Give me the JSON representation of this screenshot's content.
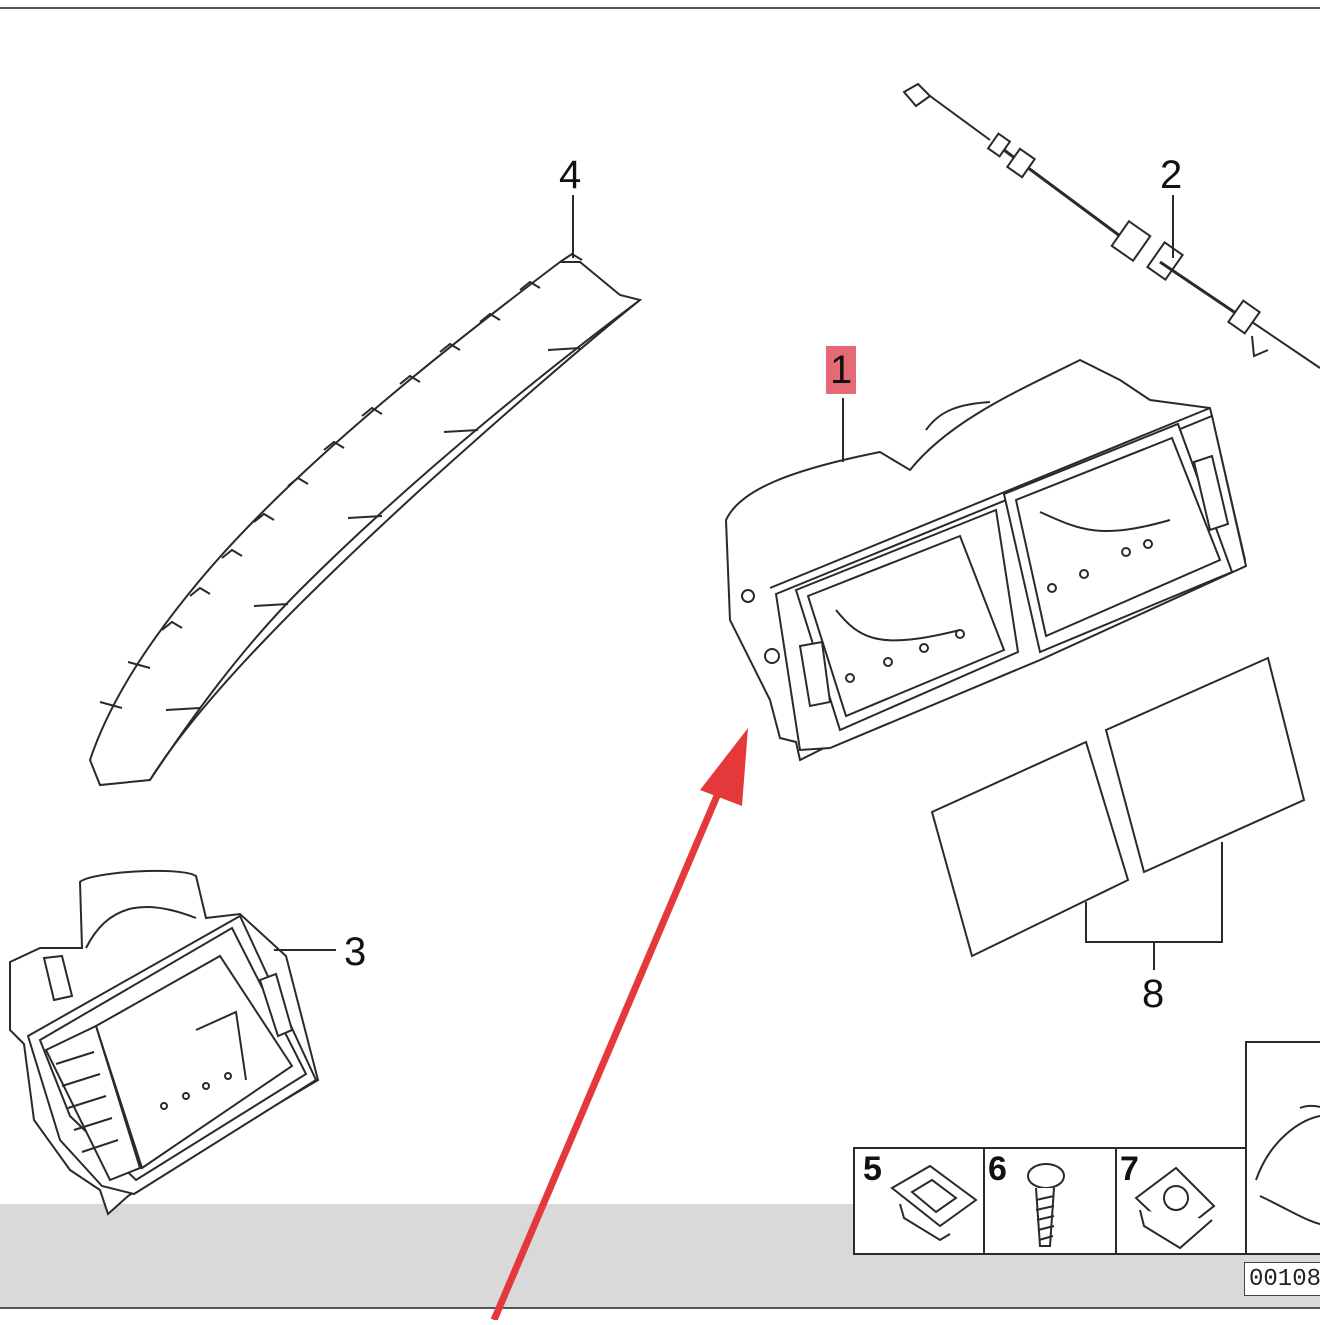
{
  "callouts": [
    {
      "id": "1",
      "label": "1"
    },
    {
      "id": "2",
      "label": "2"
    },
    {
      "id": "3",
      "label": "3"
    },
    {
      "id": "4",
      "label": "4"
    },
    {
      "id": "8",
      "label": "8"
    }
  ],
  "small_parts": [
    {
      "label": "5"
    },
    {
      "label": "6"
    },
    {
      "label": "7"
    }
  ],
  "figure_code": "00108",
  "colors": {
    "line": "#2a2a2a",
    "highlight": "#e46b76",
    "arrow": "#e5383b",
    "footer_band": "#d9d9d9"
  }
}
